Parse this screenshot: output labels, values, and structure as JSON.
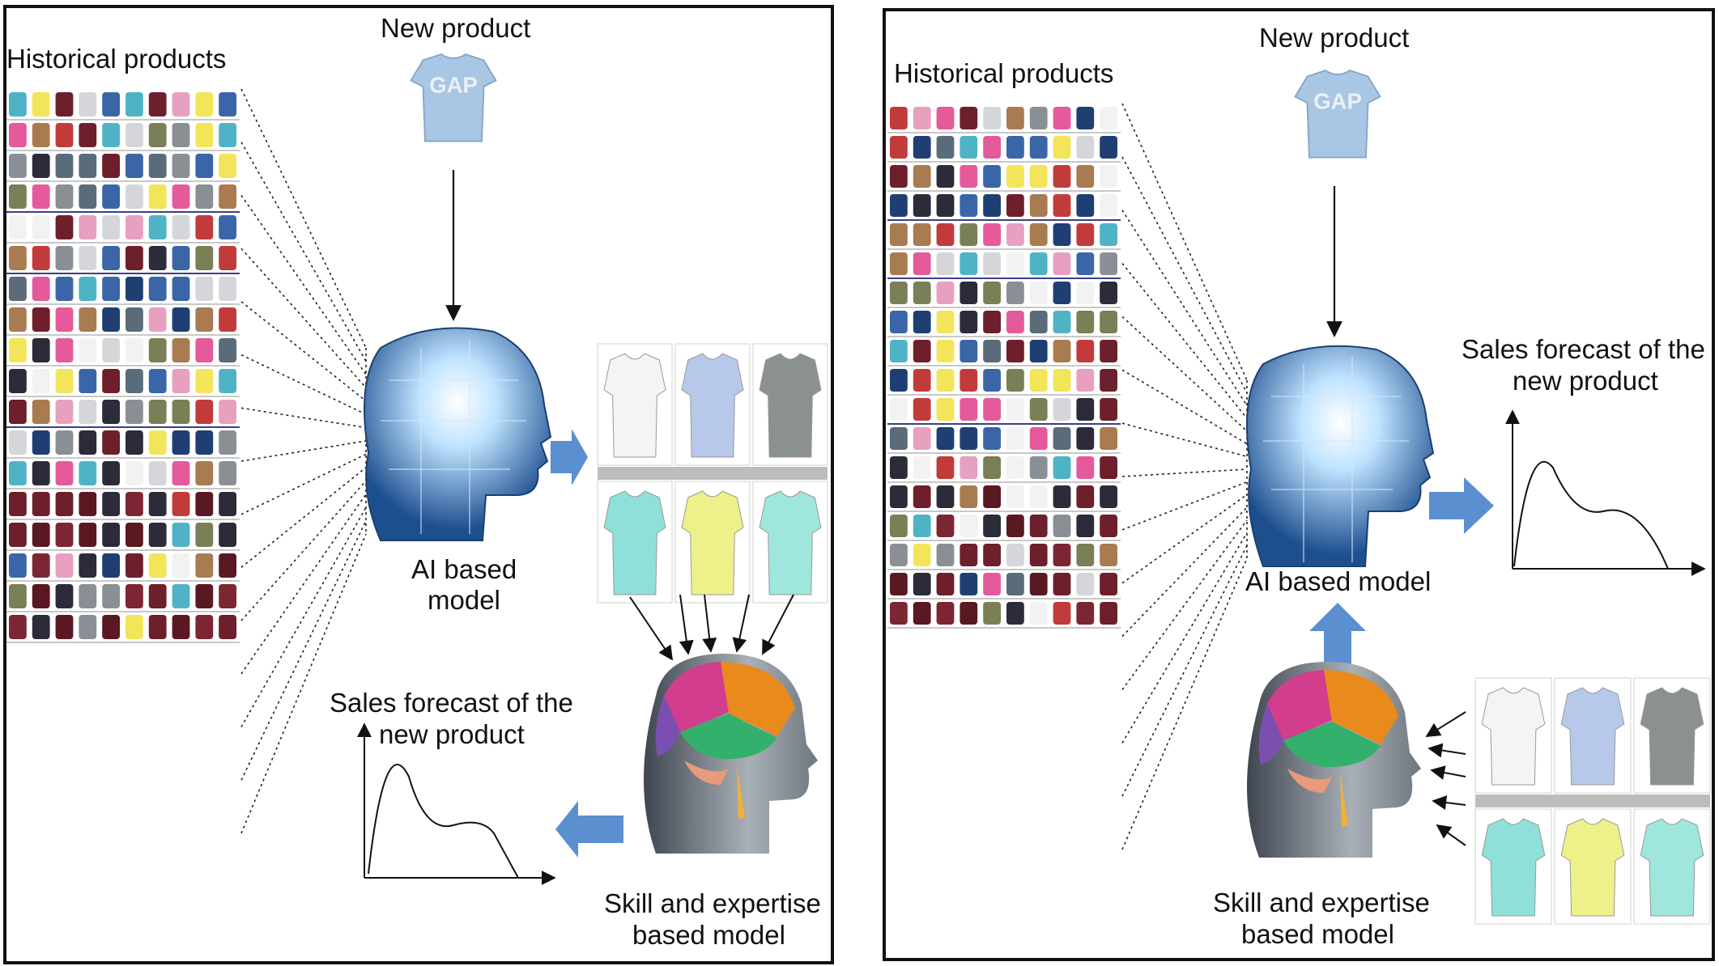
{
  "left": {
    "historical_label": "Historical products",
    "new_product_label": "New product",
    "ai_model_label_line1": "AI based",
    "ai_model_label_line2": "model",
    "forecast_label_line1": "Sales forecast of the",
    "forecast_label_line2": "new product",
    "skill_label_line1": "Skill and expertise",
    "skill_label_line2": "based model"
  },
  "right": {
    "historical_label": "Historical products",
    "new_product_label": "New product",
    "ai_model_label": "AI based model",
    "forecast_label_line1": "Sales forecast of the",
    "forecast_label_line2": "new product",
    "skill_label_line1": "Skill and expertise",
    "skill_label_line2": "based model"
  },
  "new_product_logo": "GAP",
  "colors": {
    "arrow_blue": "#5b8fd0",
    "shirt_blue": "#a9c6e4",
    "brain_frontal": "#e98a1c",
    "brain_parietal": "#d23d8e",
    "brain_temporal": "#33b06b",
    "brain_occipital": "#7a4fb0",
    "circuit_head": "#2e6db0"
  },
  "icons": [
    "tshirt-icon",
    "circuit-head-icon",
    "brain-head-icon",
    "blue-block-arrow-icon",
    "forecast-curve-icon"
  ]
}
